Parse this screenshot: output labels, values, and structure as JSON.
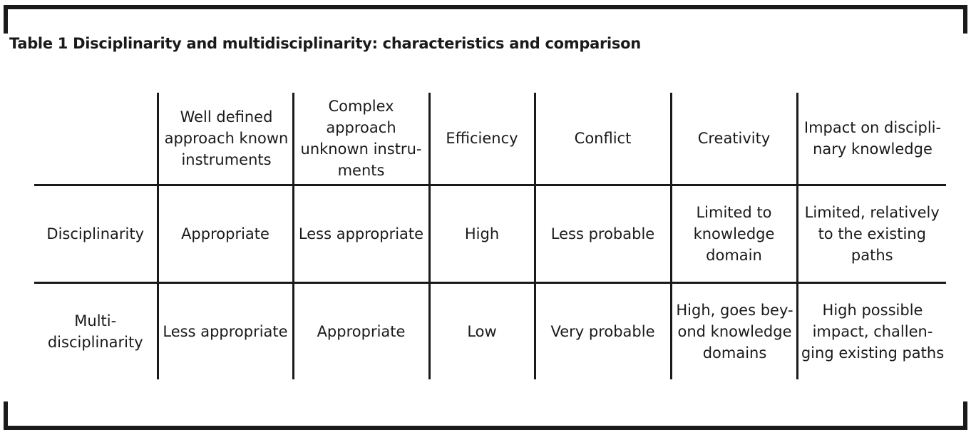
{
  "caption": {
    "label": "Table 1",
    "text": "Disciplinarity and multidisciplinarity: characteristics and comparison"
  },
  "table": {
    "columns": [
      "",
      "Well defined approach known instruments",
      "Complex approach unknown instru-ments",
      "Efficiency",
      "Conflict",
      "Creativity",
      "Impact on discipli-nary knowledge"
    ],
    "rows": [
      {
        "label": "Disciplinarity",
        "cells": [
          "Appropriate",
          "Less appropriate",
          "High",
          "Less probable",
          "Limited to knowledge domain",
          "Limited, relatively to the existing paths"
        ]
      },
      {
        "label": "Multi-disciplinarity",
        "cells": [
          "Less appropriate",
          "Appropriate",
          "Low",
          "Very probable",
          "High, goes bey-ond knowledge domains",
          "High possible impact, challen-ging existing paths"
        ]
      }
    ]
  }
}
